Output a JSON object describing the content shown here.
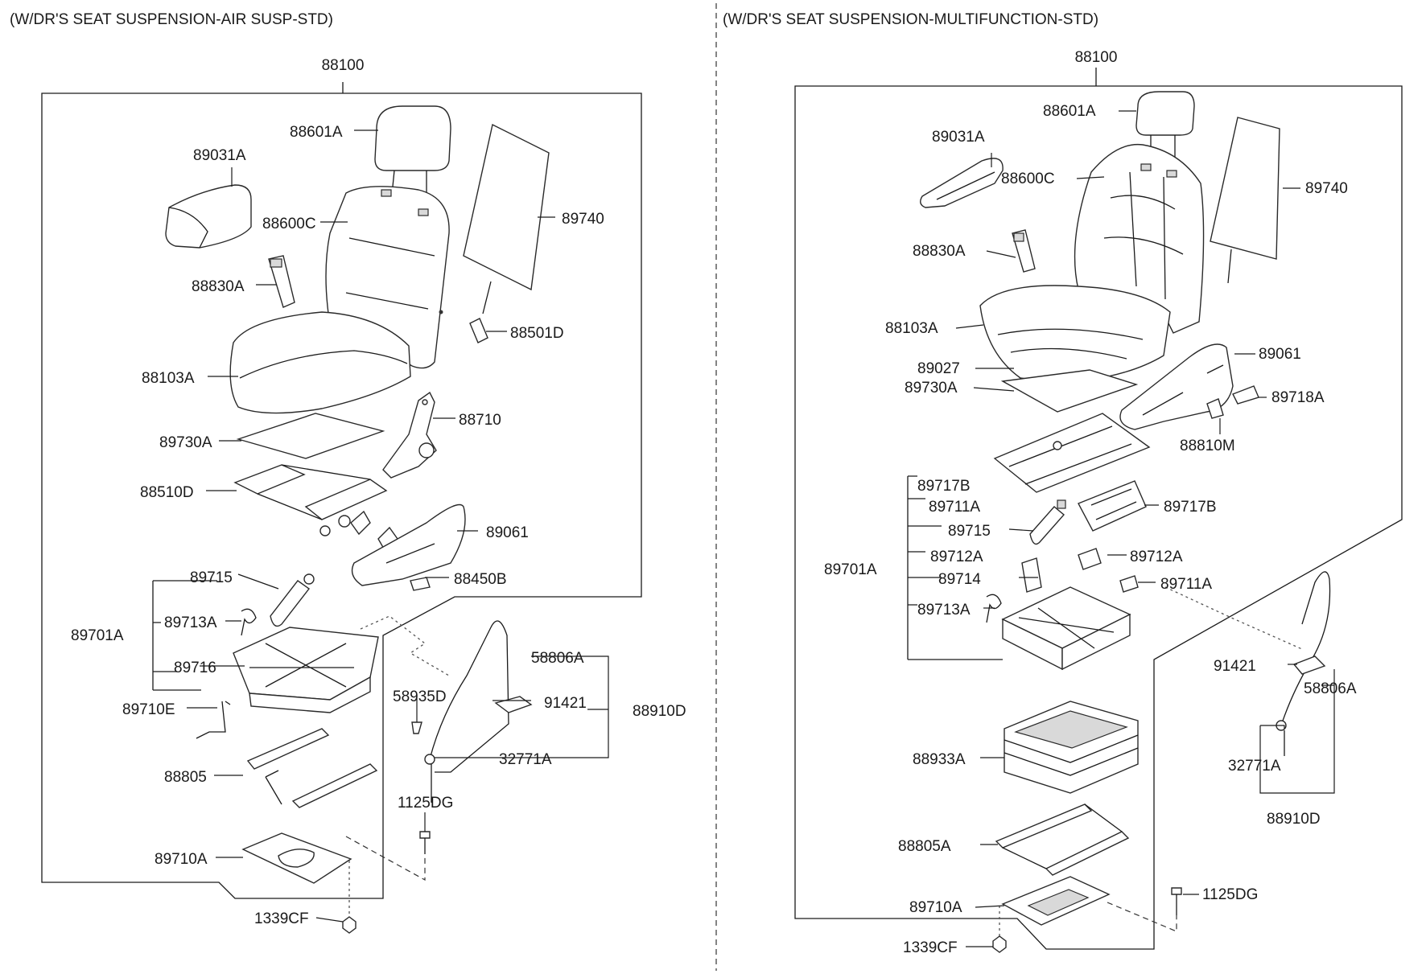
{
  "panels": {
    "left": {
      "title": "(W/DR'S SEAT SUSPENSION-AIR SUSP-STD)"
    },
    "right": {
      "title": "(W/DR'S SEAT SUSPENSION-MULTIFUNCTION-STD)"
    }
  },
  "left_labels": {
    "l88100": "88100",
    "l88601A": "88601A",
    "l89031A": "89031A",
    "l89740": "89740",
    "l88600C": "88600C",
    "l88830A": "88830A",
    "l88501D": "88501D",
    "l88103A": "88103A",
    "l88710": "88710",
    "l89730A": "89730A",
    "l88510D": "88510D",
    "l89061": "89061",
    "l89715": "89715",
    "l88450B": "88450B",
    "l89701A": "89701A",
    "l89713A": "89713A",
    "l58806A": "58806A",
    "l89716": "89716",
    "l58935D": "58935D",
    "l91421": "91421",
    "l88910D": "88910D",
    "l89710E": "89710E",
    "l32771A": "32771A",
    "l88805": "88805",
    "l1125DG": "1125DG",
    "l89710A": "89710A",
    "l1339CF": "1339CF"
  },
  "right_labels": {
    "r88100": "88100",
    "r88601A": "88601A",
    "r89031A": "89031A",
    "r88600C": "88600C",
    "r89740": "89740",
    "r88830A": "88830A",
    "r88103A": "88103A",
    "r89061": "89061",
    "r89027": "89027",
    "r89730A": "89730A",
    "r89718A": "89718A",
    "r88810M": "88810M",
    "r89717B_a": "89717B",
    "r89711A_a": "89711A",
    "r89717B_b": "89717B",
    "r89715": "89715",
    "r89712A_a": "89712A",
    "r89701A": "89701A",
    "r89712A_b": "89712A",
    "r89714": "89714",
    "r89711A_b": "89711A",
    "r89713A": "89713A",
    "r91421": "91421",
    "r58806A": "58806A",
    "r88933A": "88933A",
    "r32771A": "32771A",
    "r88910D": "88910D",
    "r88805A": "88805A",
    "r1125DG": "1125DG",
    "r89710A": "89710A",
    "r1339CF": "1339CF"
  }
}
